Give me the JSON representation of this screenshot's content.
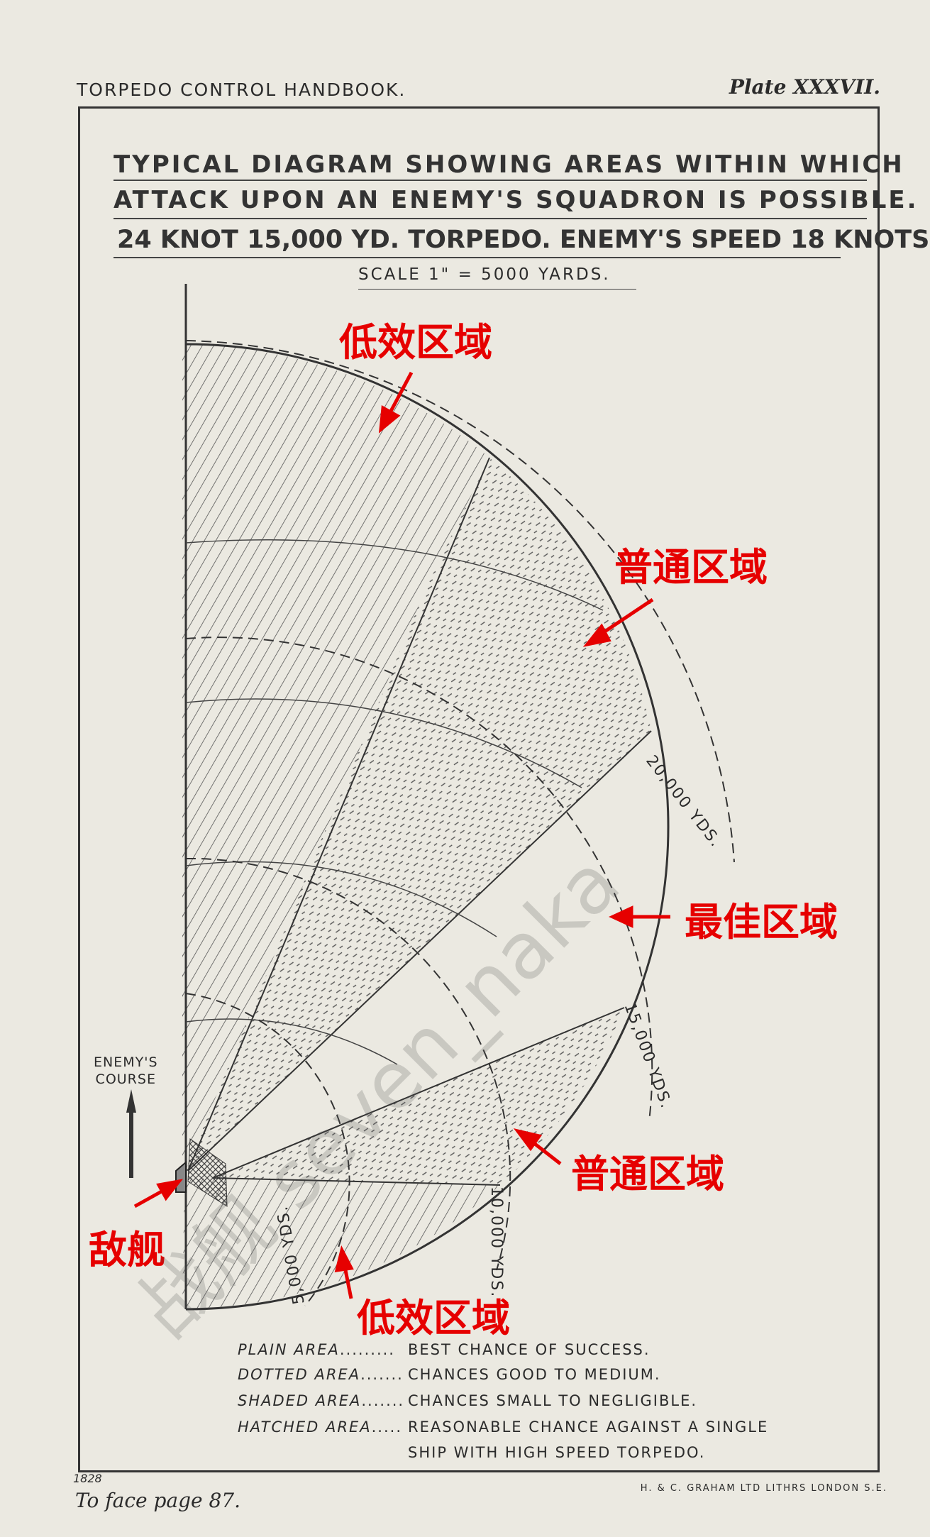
{
  "header": {
    "left": "TORPEDO CONTROL HANDBOOK.",
    "right": "Plate XXXVII."
  },
  "title": {
    "line1": "TYPICAL DIAGRAM SHOWING AREAS WITHIN WHICH",
    "line2": "ATTACK UPON AN ENEMY'S SQUADRON IS POSSIBLE.",
    "line3": "24 KNOT 15,000 YD. TORPEDO. ENEMY'S SPEED 18 KNOTS.",
    "scale": "SCALE 1\" = 5000 YARDS."
  },
  "diagram": {
    "enemy_course": [
      "ENEMY'S",
      "COURSE"
    ],
    "range_labels": [
      "20,000 YDS.",
      "15,000 YDS.",
      "10,000 YDS.",
      "5,000 YDS."
    ]
  },
  "annotations": {
    "low_top": "低效区域",
    "normal_top": "普通区域",
    "best": "最佳区域",
    "normal_bottom": "普通区域",
    "enemy_ship": "敌舰",
    "low_bottom": "低效区域",
    "color": "#e60000"
  },
  "legend": [
    {
      "term": "PLAIN AREA",
      "dots": ".........",
      "desc": "BEST CHANCE OF SUCCESS."
    },
    {
      "term": "DOTTED AREA",
      "dots": ".......",
      "desc": "CHANCES GOOD TO MEDIUM."
    },
    {
      "term": "SHADED AREA",
      "dots": ".......",
      "desc": "CHANCES SMALL TO NEGLIGIBLE."
    },
    {
      "term": "HATCHED AREA",
      "dots": ".....",
      "desc": "REASONABLE CHANCE AGAINST A SINGLE"
    }
  ],
  "legend_continuation": "SHIP WITH HIGH SPEED TORPEDO.",
  "footer": {
    "left": "1828",
    "face": "To face page 87.",
    "printer": "H. & C. GRAHAM LTD LITHRS LONDON S.E."
  },
  "watermark": "战舰 seven_naka"
}
